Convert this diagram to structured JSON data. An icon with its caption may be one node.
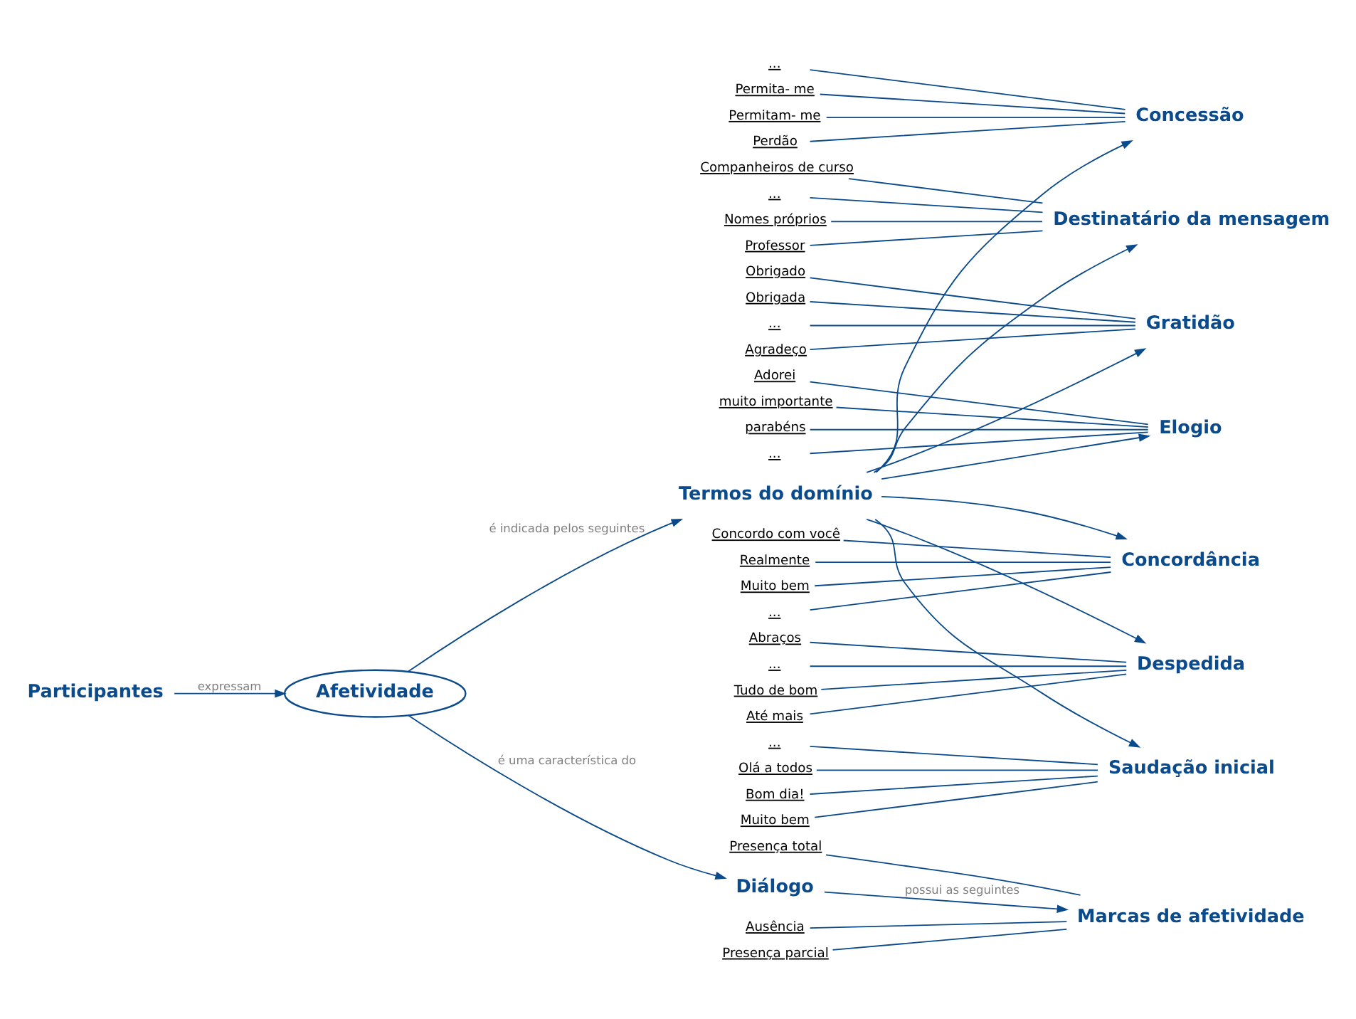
{
  "diagram": {
    "nodes": [
      {
        "text": [
          "Concessão"
        ]
      },
      {
        "text": [
          "Permita- me"
        ]
      },
      {
        "text": [
          "Permitam- me"
        ]
      },
      {
        "text": [
          "Perdão"
        ]
      },
      {
        "text": [
          "..."
        ]
      },
      {
        "text": [
          "Destinatário da mensagem"
        ]
      },
      {
        "text": [
          "Nomes próprios"
        ]
      },
      {
        "text": [
          "Professor"
        ]
      },
      {
        "text": [
          "Companheiros de curso"
        ]
      },
      {
        "text": [
          "..."
        ]
      },
      {
        "text": [
          "Gratidão"
        ]
      },
      {
        "text": [
          "Agradeço"
        ]
      },
      {
        "text": [
          "Obrigado"
        ]
      },
      {
        "text": [
          "Obrigada"
        ]
      },
      {
        "text": [
          "..."
        ]
      },
      {
        "text": [
          "Elogio"
        ]
      },
      {
        "text": [
          "Adorei"
        ]
      },
      {
        "text": [
          "muito importante"
        ]
      },
      {
        "text": [
          "parabéns"
        ]
      },
      {
        "text": [
          "..."
        ]
      },
      {
        "text": [
          "Concordância"
        ]
      },
      {
        "text": [
          "Concordo com você"
        ]
      },
      {
        "text": [
          "Realmente"
        ]
      },
      {
        "text": [
          "Muito bem"
        ]
      },
      {
        "text": [
          "..."
        ]
      },
      {
        "text": [
          "Despedida"
        ]
      },
      {
        "text": [
          "Tudo de bom"
        ]
      },
      {
        "text": [
          "Até mais"
        ]
      },
      {
        "text": [
          "Abraços"
        ]
      },
      {
        "text": [
          "..."
        ]
      },
      {
        "text": [
          "Termos do domínio"
        ]
      },
      {
        "text": [
          "Saudação inicial"
        ]
      },
      {
        "text": [
          "Olá a todos"
        ]
      },
      {
        "text": [
          "Bom dia!"
        ]
      },
      {
        "text": [
          "Muito bem"
        ]
      },
      {
        "text": [
          "..."
        ]
      },
      {
        "text": [
          "Afetividade"
        ]
      },
      {
        "text": [
          "Participantes"
        ]
      },
      {
        "text": [
          "Diálogo"
        ]
      },
      {
        "text": [
          "Marcas de afetividade"
        ]
      },
      {
        "text": [
          "Ausência"
        ]
      },
      {
        "text": [
          "Presença parcial"
        ]
      },
      {
        "text": [
          "Presença total"
        ]
      }
    ],
    "edges": [
      {
        "from": 36,
        "to": 30,
        "arrow": "to",
        "label": "é indicada pelos seguintes"
      },
      {
        "from": 30,
        "to": 5,
        "arrow": "to"
      },
      {
        "from": 30,
        "to": 25,
        "arrow": "to"
      },
      {
        "from": 30,
        "to": 31,
        "arrow": "to"
      },
      {
        "from": 30,
        "to": 15,
        "arrow": "to"
      },
      {
        "from": 30,
        "to": 10,
        "arrow": "to"
      },
      {
        "from": 30,
        "to": 0,
        "arrow": "to"
      },
      {
        "from": 30,
        "to": 20,
        "arrow": "to"
      },
      {
        "from": 36,
        "to": 38,
        "arrow": "to",
        "label": "é uma característica do"
      },
      {
        "from": 37,
        "to": 36,
        "arrow": "to",
        "label": "expressam"
      },
      {
        "from": 38,
        "to": 39,
        "arrow": "to",
        "label": "possui as seguintes"
      },
      {
        "from": 1,
        "to": 0,
        "arrow": "none"
      },
      {
        "from": 2,
        "to": 0,
        "arrow": "none"
      },
      {
        "from": 3,
        "to": 0,
        "arrow": "none"
      },
      {
        "from": 4,
        "to": 0,
        "arrow": "none"
      },
      {
        "from": 6,
        "to": 5,
        "arrow": "none"
      },
      {
        "from": 7,
        "to": 5,
        "arrow": "none"
      },
      {
        "from": 8,
        "to": 5,
        "arrow": "none"
      },
      {
        "from": 9,
        "to": 5,
        "arrow": "none"
      },
      {
        "from": 11,
        "to": 10,
        "arrow": "none"
      },
      {
        "from": 12,
        "to": 10,
        "arrow": "none"
      },
      {
        "from": 13,
        "to": 10,
        "arrow": "none"
      },
      {
        "from": 14,
        "to": 10,
        "arrow": "none"
      },
      {
        "from": 16,
        "to": 15,
        "arrow": "none"
      },
      {
        "from": 17,
        "to": 15,
        "arrow": "none"
      },
      {
        "from": 18,
        "to": 15,
        "arrow": "none"
      },
      {
        "from": 19,
        "to": 15,
        "arrow": "none"
      },
      {
        "from": 21,
        "to": 20,
        "arrow": "none"
      },
      {
        "from": 22,
        "to": 20,
        "arrow": "none"
      },
      {
        "from": 23,
        "to": 20,
        "arrow": "none"
      },
      {
        "from": 24,
        "to": 20,
        "arrow": "none"
      },
      {
        "from": 26,
        "to": 25,
        "arrow": "none"
      },
      {
        "from": 27,
        "to": 25,
        "arrow": "none"
      },
      {
        "from": 28,
        "to": 25,
        "arrow": "none"
      },
      {
        "from": 29,
        "to": 25,
        "arrow": "none"
      },
      {
        "from": 32,
        "to": 31,
        "arrow": "none"
      },
      {
        "from": 33,
        "to": 31,
        "arrow": "none"
      },
      {
        "from": 34,
        "to": 31,
        "arrow": "none"
      },
      {
        "from": 35,
        "to": 31,
        "arrow": "none"
      },
      {
        "from": 40,
        "to": 39,
        "arrow": "none"
      },
      {
        "from": 41,
        "to": 39,
        "arrow": "none"
      },
      {
        "from": 42,
        "to": 39,
        "arrow": "none"
      }
    ]
  }
}
